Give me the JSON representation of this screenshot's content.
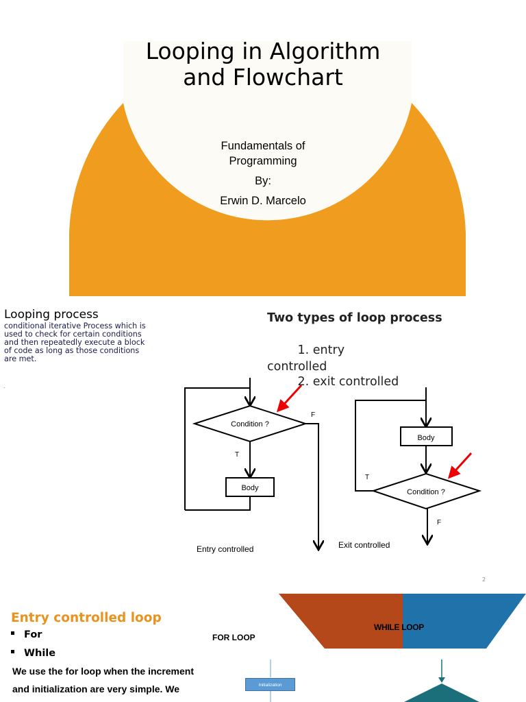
{
  "slide1": {
    "title": "Looping in Algorithm and Flowchart",
    "subtitle_line1": "Fundamentals of",
    "subtitle_line2": "Programming",
    "by_label": "By:",
    "author": "Erwin D. Marcelo",
    "colors": {
      "orange": "#f09d1f",
      "circle": "#fdfbf5"
    }
  },
  "slide2": {
    "heading": "Looping process",
    "description": "conditional iterative Process which is used to         check for certain conditions and then repeatedly execute a block of code as long as those conditions are met.",
    "stray_mark": ".",
    "two_types_heading": "Two types of loop process",
    "type1": "        1. entry controlled",
    "type2": "        2. exit controlled",
    "entry_flowchart": {
      "condition": "Condition ?",
      "true_label": "T",
      "false_label": "F",
      "body": "Body",
      "caption": "Entry controlled"
    },
    "exit_flowchart": {
      "body": "Body",
      "condition": "Condition ?",
      "true_label": "T",
      "false_label": "F",
      "caption": "Exit controlled"
    },
    "page_number": "2"
  },
  "slide3": {
    "heading": "Entry controlled loop",
    "bullets": [
      "For",
      "While"
    ],
    "para_line1": "We use the for loop when the increment",
    "para_line2": "and initialization are very simple. We",
    "for_loop_label": "FOR LOOP",
    "while_loop_label": "WHILE LOOP",
    "init_box": "Initialization",
    "colors": {
      "heading": "#e8931e",
      "while_left": "#b5481a",
      "while_right": "#1f72aa",
      "teal": "#1a6f7a"
    }
  }
}
